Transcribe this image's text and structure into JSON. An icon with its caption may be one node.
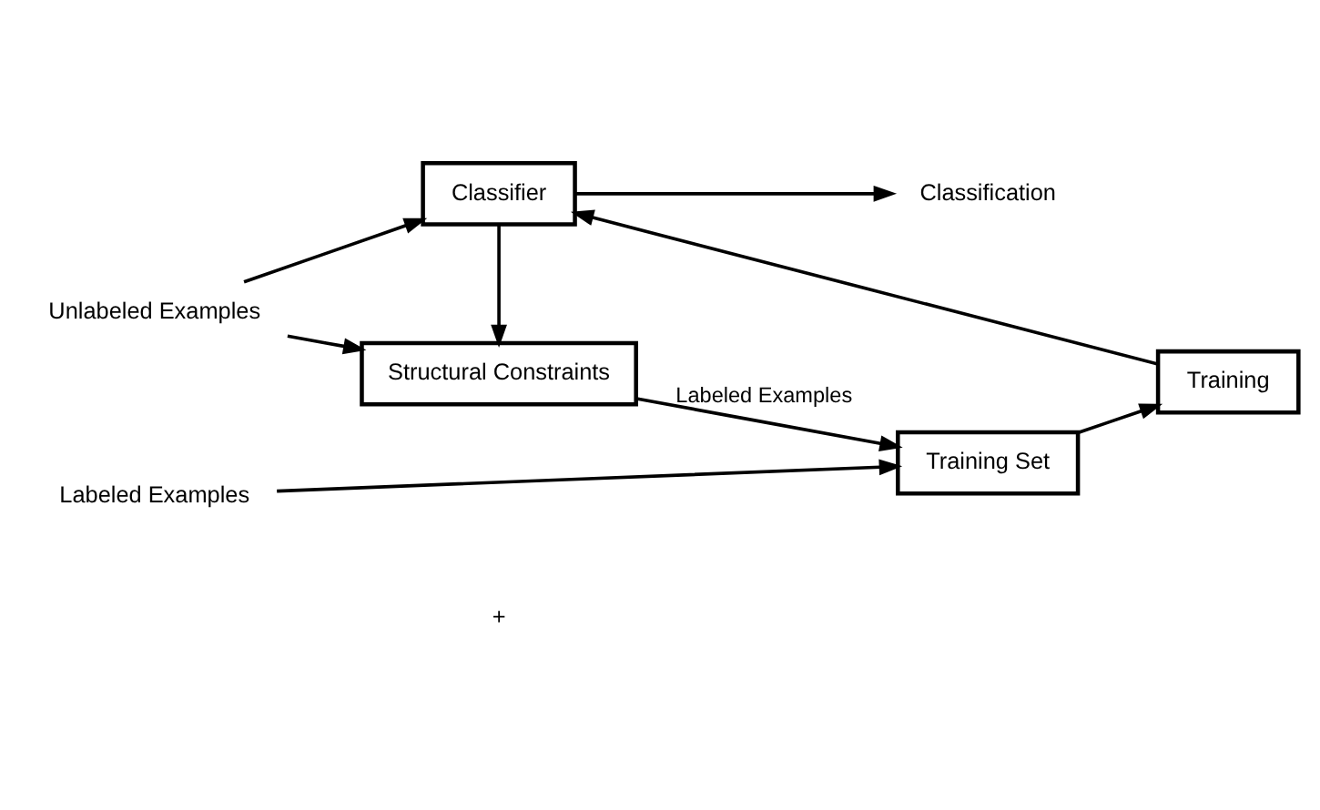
{
  "diagram": {
    "nodes": [
      {
        "text": [
          "Classifier"
        ]
      },
      {
        "text": [
          "Training Set"
        ]
      },
      {
        "text": [
          "Training"
        ]
      },
      {
        "text": [
          "Structural Constraints"
        ]
      },
      {
        "text": [
          "Unlabeled Examples"
        ]
      },
      {
        "text": [
          "Labeled Examples"
        ]
      },
      {
        "text": [
          "Classification"
        ]
      }
    ],
    "edges": [
      {
        "from": 4,
        "to": 0,
        "arrow": "to"
      },
      {
        "from": 4,
        "to": 3,
        "arrow": "to"
      },
      {
        "from": 5,
        "to": 1,
        "arrow": "to"
      },
      {
        "from": 1,
        "to": 2,
        "arrow": "to"
      },
      {
        "from": 2,
        "to": 0,
        "arrow": "to"
      },
      {
        "from": 0,
        "to": 6,
        "arrow": "to"
      },
      {
        "from": 0,
        "to": 3,
        "arrow": "to"
      },
      {
        "from": 3,
        "to": 1,
        "arrow": "to",
        "label": "Labeled Examples"
      }
    ],
    "labels": [
      "+"
    ]
  }
}
